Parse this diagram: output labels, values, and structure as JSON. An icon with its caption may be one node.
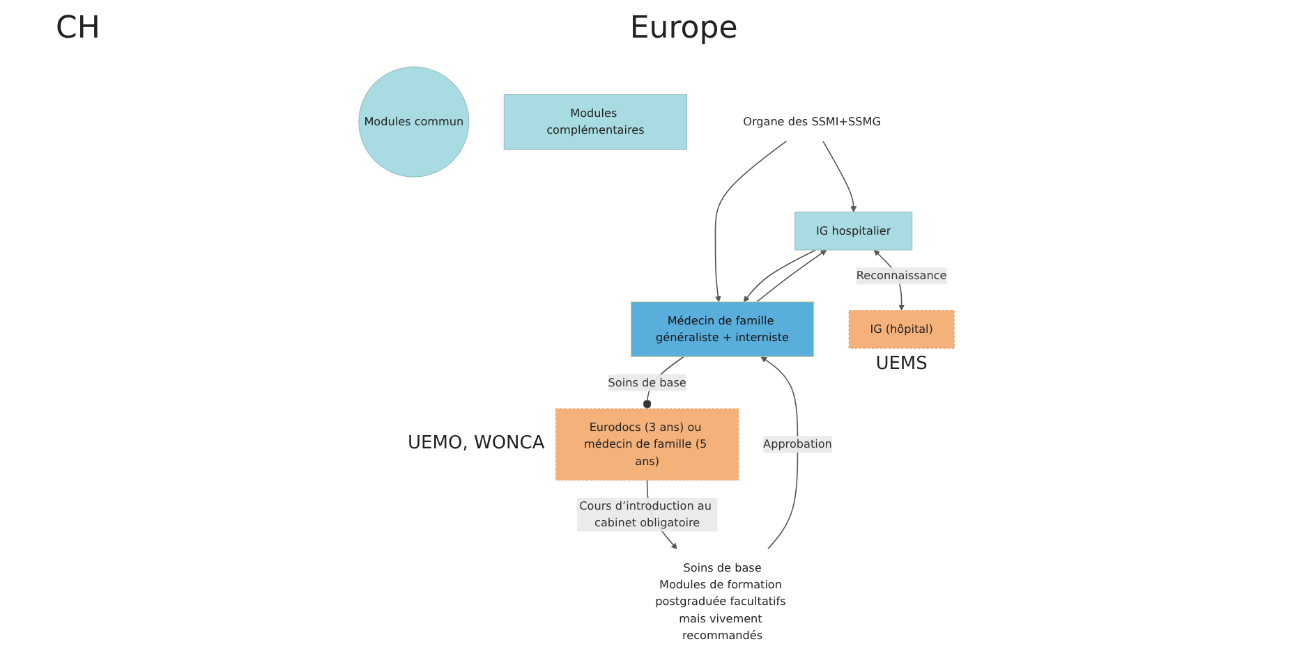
{
  "diagram": {
    "nodes": [
      {
        "text": [
          "IG hospitalier"
        ]
      },
      {
        "text": [
          "Modules commun"
        ]
      },
      {
        "text": [
          "Modules complémentaires"
        ]
      },
      {
        "text": [
          "Médecin de famille généraliste + interniste"
        ]
      },
      {
        "text": [
          "Organe des SSMI+SSMG"
        ]
      },
      {
        "text": [
          "IG (hôpital)"
        ],
        "beside": [
          "UEMS"
        ]
      },
      {
        "text": [
          "Eurodocs (3 ans) ou médecin de famille (5 ans)"
        ],
        "beside": [
          "UEMO, WONCA"
        ]
      },
      {
        "text": [
          "Soins de base",
          "Modules de formation postgraduée facultatifs mais vivement recommandés"
        ]
      }
    ],
    "edges": [
      {
        "from": 4,
        "to": 0,
        "arrow": "to"
      },
      {
        "from": 4,
        "to": 3,
        "arrow": "to"
      },
      {
        "from": 0,
        "to": 3,
        "arrow": "to"
      },
      {
        "from": 3,
        "to": 0,
        "arrow": "to"
      },
      {
        "from": 0,
        "to": 5,
        "arrow": "both",
        "label": "Reconnaissance"
      },
      {
        "from": 7,
        "to": 3,
        "arrow": "to",
        "label": "Approbation"
      },
      {
        "from": 3,
        "to": 6,
        "arrow": "other",
        "label": "Soins de base"
      },
      {
        "from": 6,
        "to": 7,
        "arrow": "to",
        "label": "Cours d’introduction au cabinet obligatoire"
      }
    ],
    "labels": [
      "CH",
      "Europe"
    ]
  }
}
